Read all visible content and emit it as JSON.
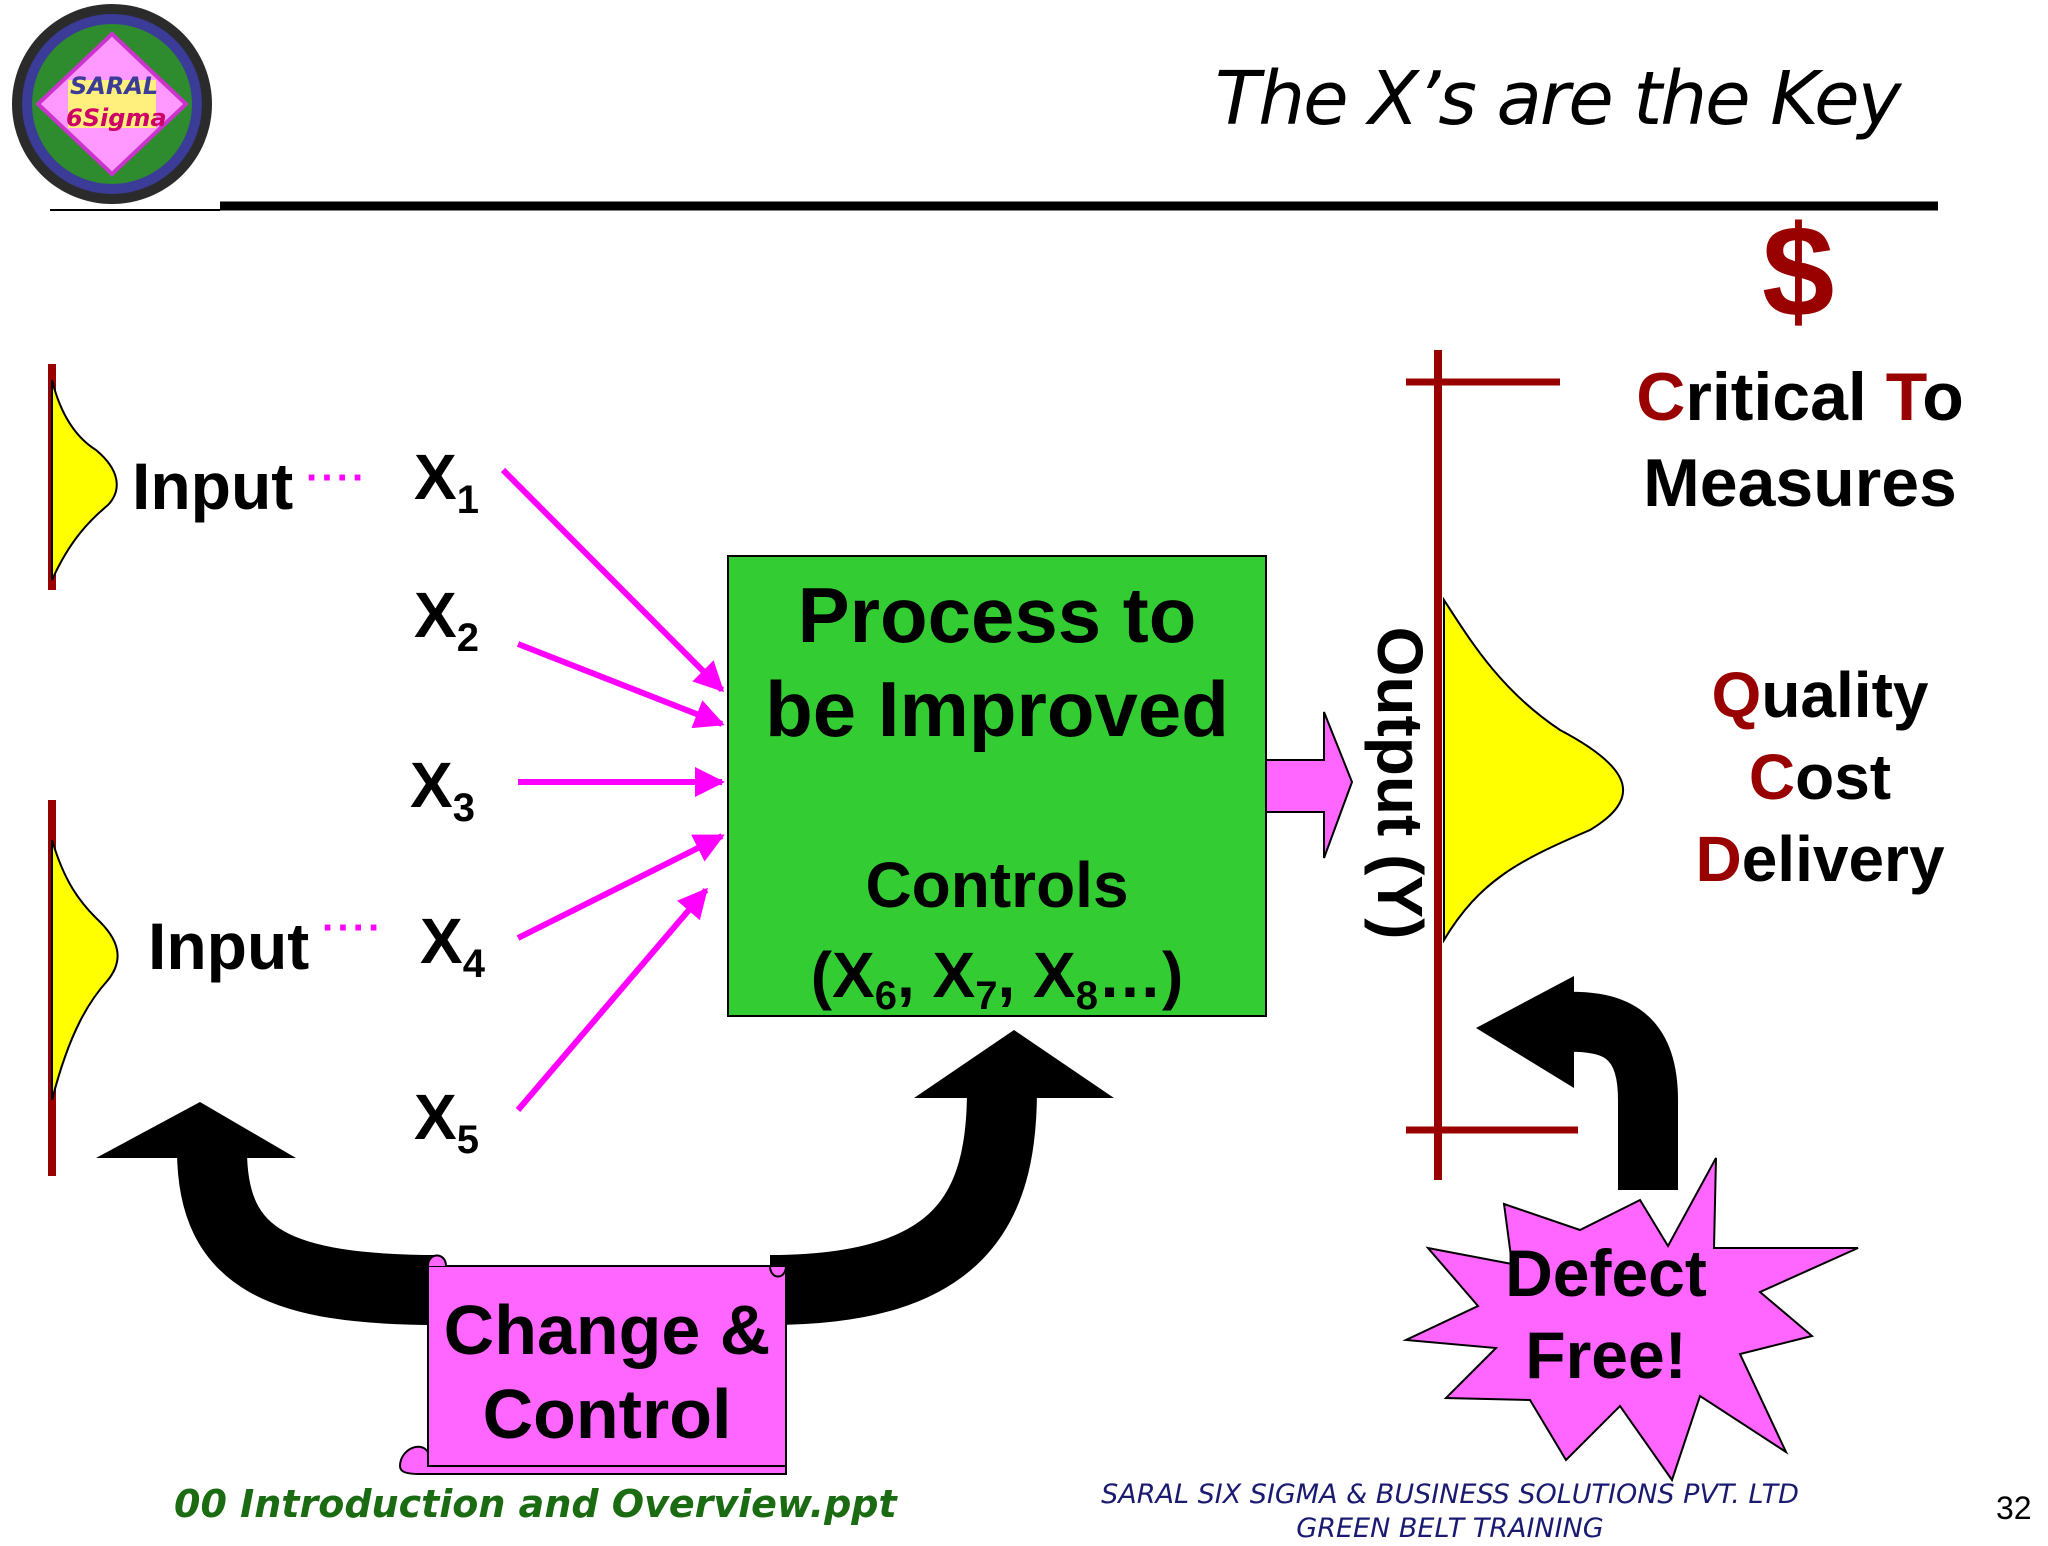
{
  "logo": {
    "line1": "SARAL",
    "line2": "6Sigma"
  },
  "title": "The X’s are the Key",
  "inputs": [
    {
      "label": "Input",
      "dots": "····"
    },
    {
      "label": "Input",
      "dots": "····"
    }
  ],
  "x_vars": [
    {
      "base": "X",
      "sub": "1"
    },
    {
      "base": "X",
      "sub": "2"
    },
    {
      "base": "X",
      "sub": "3"
    },
    {
      "base": "X",
      "sub": "4"
    },
    {
      "base": "X",
      "sub": "5"
    }
  ],
  "process": {
    "title_line1": "Process to",
    "title_line2": "be Improved",
    "controls_label": "Controls",
    "controls_open": "(X",
    "c1": "6",
    "sep1": ", X",
    "c2": "7",
    "sep2": ", X",
    "c3": "8",
    "controls_close": "…)"
  },
  "output_label": "Output (Y)",
  "dollar": "$",
  "ctm": {
    "c": "C",
    "ritical": "ritical ",
    "t": "T",
    "o": "o",
    "line2": "Measures"
  },
  "qcd": [
    {
      "initial": "Q",
      "rest": "uality"
    },
    {
      "initial": "C",
      "rest": "ost"
    },
    {
      "initial": "D",
      "rest": "elivery"
    }
  ],
  "change_control": {
    "line1": "Change &",
    "line2": "Control"
  },
  "defect_free": {
    "line1": "Defect",
    "line2": "Free!"
  },
  "footer": {
    "file": "00 Introduction and Overview.ppt",
    "company": "SARAL SIX SIGMA & BUSINESS SOLUTIONS PVT. LTD",
    "training": "GREEN BELT TRAINING",
    "page": "32"
  },
  "colors": {
    "process_box": "#33cc33",
    "arrows_magenta": "#ff00ff",
    "axis_red": "#990000",
    "distribution_fill": "#ffff00",
    "scroll_fill": "#ff66ff",
    "burst_fill": "#ff66ff",
    "accent_text": "#990000"
  }
}
